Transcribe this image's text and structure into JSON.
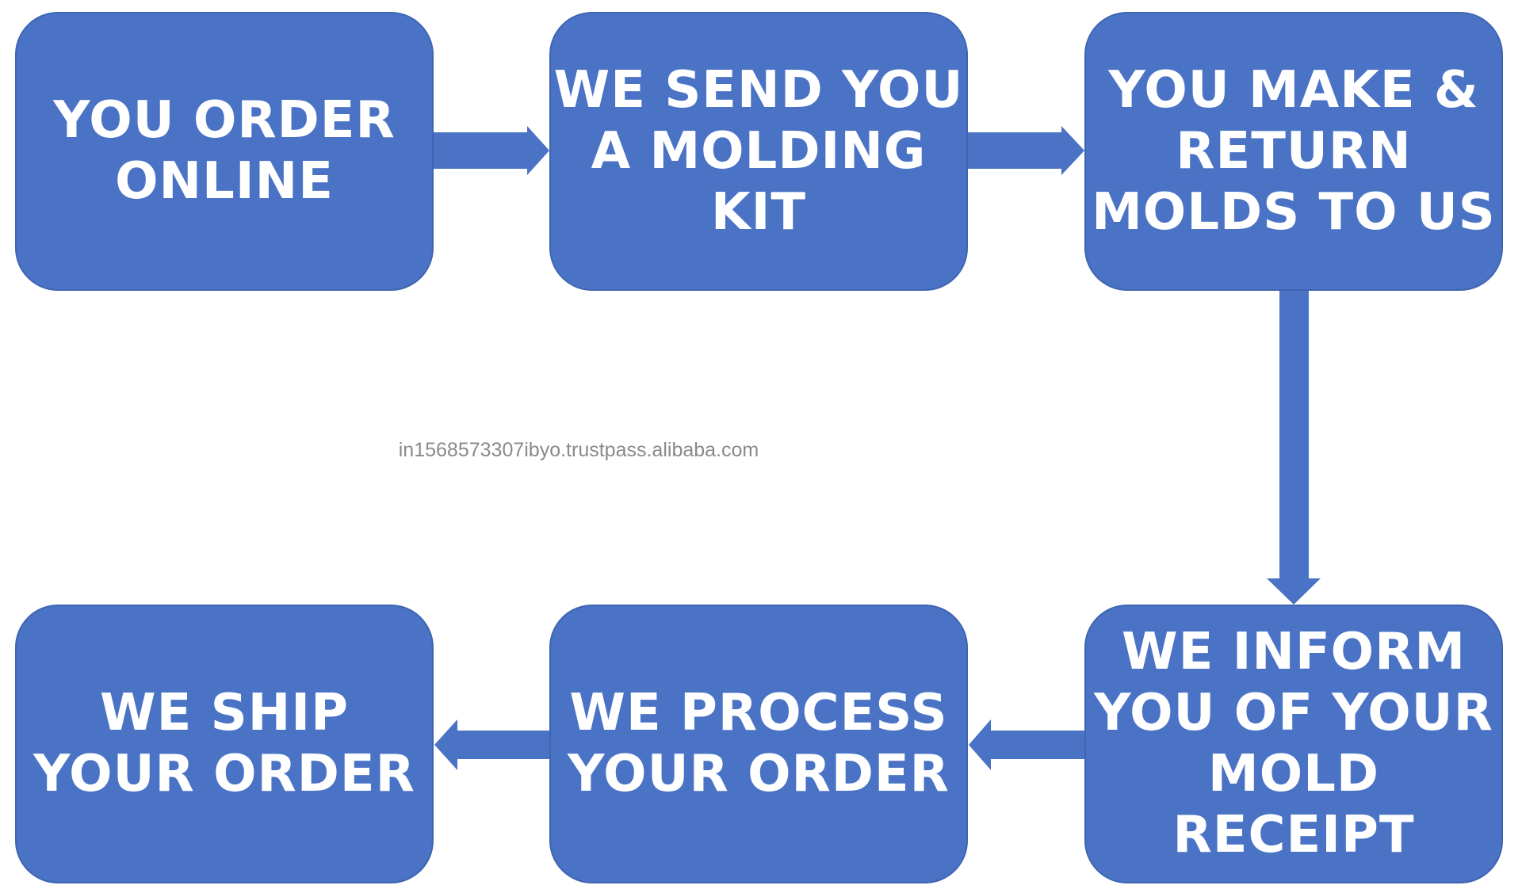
{
  "diagram": {
    "colors": {
      "box_fill": "#4A73C6",
      "box_border": "#3F64B2",
      "arrow": "#4A73C6",
      "text": "#FFFFFF"
    },
    "steps": [
      {
        "text": "YOU ORDER\nONLINE"
      },
      {
        "text": "WE SEND YOU\nA MOLDING\nKIT"
      },
      {
        "text": "YOU MAKE &\nRETURN\nMOLDS TO US"
      },
      {
        "text": "WE INFORM\nYOU OF YOUR\nMOLD\nRECEIPT"
      },
      {
        "text": "WE PROCESS\nYOUR ORDER"
      },
      {
        "text": "WE SHIP\nYOUR ORDER"
      }
    ],
    "flow": [
      {
        "from": 0,
        "to": 1,
        "direction": "right"
      },
      {
        "from": 1,
        "to": 2,
        "direction": "right"
      },
      {
        "from": 2,
        "to": 3,
        "direction": "down"
      },
      {
        "from": 3,
        "to": 4,
        "direction": "left"
      },
      {
        "from": 4,
        "to": 5,
        "direction": "left"
      }
    ]
  },
  "watermark": "in1568573307ibyo.trustpass.alibaba.com"
}
